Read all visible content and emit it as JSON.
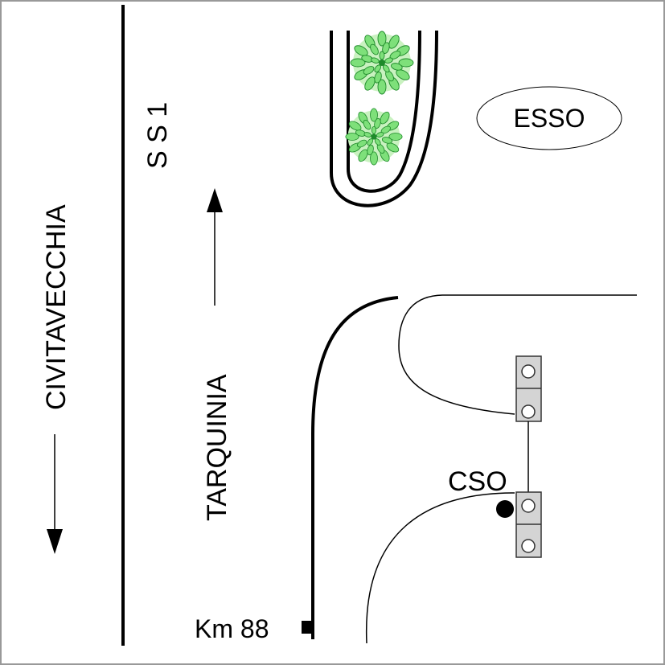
{
  "labels": {
    "road_name": "S S 1",
    "direction_south": "CIVITAVECCHIA",
    "direction_north": "TARQUINIA",
    "gas_station": "ESSO",
    "site_marker": "CSO",
    "kilometer_marker": "Km 88"
  },
  "colors": {
    "line": "#000000",
    "tree_fill": "#7ee07a",
    "tree_stroke": "#1e8a2a",
    "signal_body": "#d4d4d4",
    "frame": "#999999"
  },
  "icons": {
    "trees": "tree-icon",
    "traffic_signals": "traffic-light-icon",
    "site_marker": "location-dot-icon",
    "km_marker": "milestone-icon"
  }
}
